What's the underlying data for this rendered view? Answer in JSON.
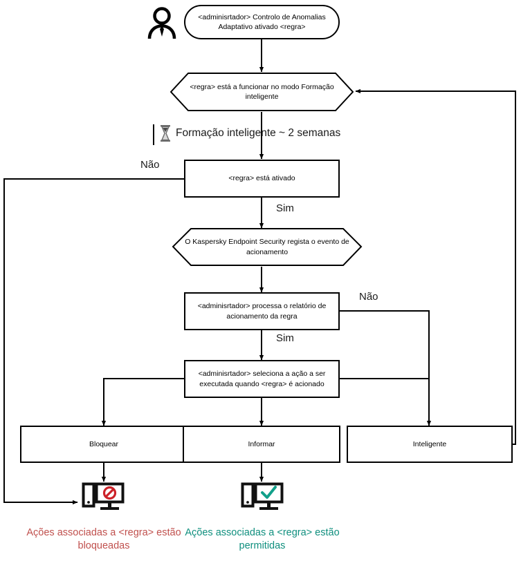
{
  "diagram": {
    "title": "Adaptive Anomaly Control rule flow",
    "language": "pt-PT",
    "colors": {
      "line": "#000000",
      "blocked_text": "#c0504d",
      "allowed_text": "#0f8f7e",
      "prohibit_icon": "#cc2229",
      "check_icon": "#12a08a"
    }
  },
  "actor": {
    "icon": "person-icon",
    "label": ""
  },
  "nodes": {
    "start": {
      "shape": "rounded-rectangle",
      "text": "<adminisrtador> Controlo de Anomalias Adaptativo ativado <regra>"
    },
    "training_mode": {
      "shape": "hexagon",
      "text": "<regra> está a funcionar no modo Formação inteligente"
    },
    "rule_enabled": {
      "shape": "rectangle",
      "text": "<regra> está ativado"
    },
    "kes_logs_event": {
      "shape": "hexagon",
      "text": "O Kaspersky Endpoint Security regista o evento de acionamento"
    },
    "admin_processes_report": {
      "shape": "rectangle",
      "text": "<adminisrtador> processa o relatório de acionamento da regra"
    },
    "admin_selects_action": {
      "shape": "rectangle",
      "text": "<adminisrtador> seleciona a ação a ser executada quando <regra> é acionado"
    },
    "action_block": {
      "shape": "rectangle",
      "text": "Bloquear"
    },
    "action_inform": {
      "shape": "rectangle",
      "text": "Informar"
    },
    "action_smart": {
      "shape": "rectangle",
      "text": "Inteligente"
    }
  },
  "notes": {
    "training_duration": {
      "icon": "hourglass-icon",
      "text": "Formação inteligente ~ 2 semanas"
    }
  },
  "edge_labels": {
    "rule_enabled_no": "Não",
    "rule_enabled_yes": "Sim",
    "report_no": "Não",
    "report_yes": "Sim"
  },
  "outcomes": {
    "blocked": {
      "icon": "computer-blocked-icon",
      "caption": "Ações associadas a <regra> estão bloqueadas"
    },
    "allowed": {
      "icon": "computer-allowed-icon",
      "caption": "Ações associadas a <regra> estão permitidas"
    }
  }
}
